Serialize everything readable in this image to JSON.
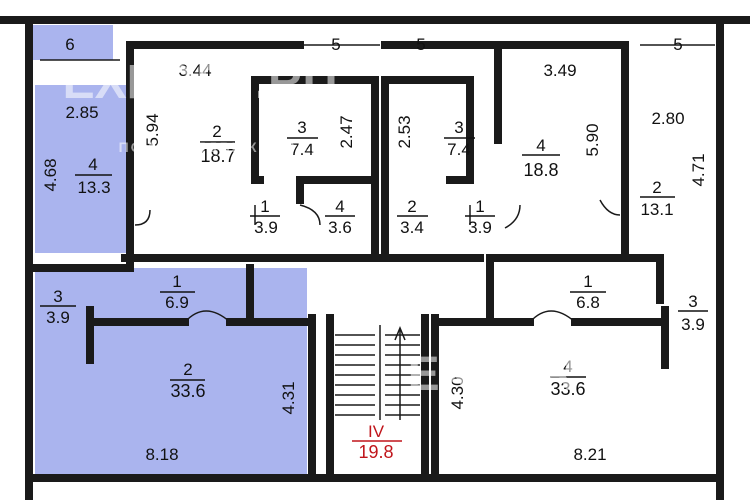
{
  "watermark": {
    "brand": "EXPORT.RU",
    "tagline": "ПОИСК НЕДВИЖИМОСТИ"
  },
  "colors": {
    "highlight": "#aab4ee",
    "wall": "#1a1a1a",
    "stair_label": "#c0151b"
  },
  "windows": {
    "w1": "6",
    "w2": "5",
    "w3": "5",
    "w4": "5"
  },
  "apt_upper_left": {
    "room2": {
      "num": "2",
      "area": "18.7",
      "dim_w": "3.44",
      "dim_h": "5.94"
    },
    "room3": {
      "num": "3",
      "area": "7.4",
      "dim_h": "2.47"
    },
    "room1": {
      "num": "1",
      "area": "3.9"
    },
    "room4": {
      "num": "4",
      "area": "3.6"
    }
  },
  "apt_upper_right": {
    "room3": {
      "num": "3",
      "area": "7.4",
      "dim_h": "2.53"
    },
    "room4": {
      "num": "4",
      "area": "18.8",
      "dim_w": "3.49",
      "dim_h": "5.90"
    },
    "room2": {
      "num": "2",
      "area": "3.4"
    },
    "room1": {
      "num": "1",
      "area": "3.9"
    }
  },
  "far_right_room": {
    "num": "2",
    "area": "13.1",
    "dim_w": "2.80",
    "dim_h": "4.71"
  },
  "apt_highlighted": {
    "room4": {
      "num": "4",
      "area": "13.3",
      "dim_w": "2.85",
      "dim_h": "4.68"
    },
    "room1": {
      "num": "1",
      "area": "6.9"
    },
    "room3": {
      "num": "3",
      "area": "3.9"
    },
    "room2": {
      "num": "2",
      "area": "33.6",
      "dim_w": "8.18",
      "dim_h": "4.31"
    }
  },
  "stairwell": {
    "num": "IV",
    "area": "19.8"
  },
  "apt_lower_right": {
    "room1": {
      "num": "1",
      "area": "6.8"
    },
    "room3": {
      "num": "3",
      "area": "3.9"
    },
    "room4": {
      "num": "4",
      "area": "33.6",
      "dim_w": "8.21",
      "dim_h": "4.30"
    }
  }
}
